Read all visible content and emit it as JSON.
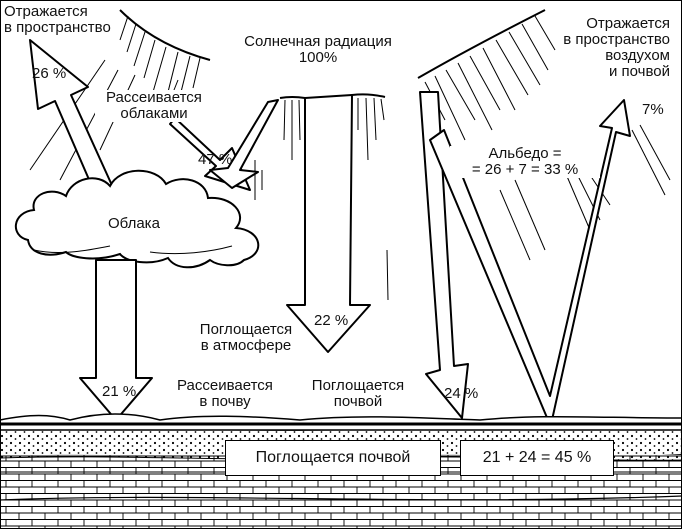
{
  "labels": {
    "reflect_space": "Отражается\nв пространство",
    "reflect_space_pct": "26 %",
    "scattered_by_clouds": "Рассеивается\nоблаками",
    "scattered_clouds_pct": "47 %",
    "solar_radiation": "Солнечная радиация\n100%",
    "reflected_air_soil": "Отражается\nв пространство\nвоздухом\nи почвой",
    "reflected_air_soil_pct": "7%",
    "albedo": "Альбедо =\n= 26 + 7 = 33 %",
    "clouds": "Облака",
    "absorbed_atmosphere": "Поглощается\nв атмосфере",
    "absorbed_atmosphere_pct": "22 %",
    "scattered_to_soil_pct": "21 %",
    "scattered_to_soil": "Рассеивается\nв почву",
    "absorbed_by_soil": "Поглощается\nпочвой",
    "absorbed_by_soil_pct": "24 %",
    "absorbed_soil_box": "Поглощается почвой",
    "sum_box": "21 + 24 = 45 %"
  },
  "colors": {
    "ink": "#000000",
    "paper": "#ffffff"
  }
}
